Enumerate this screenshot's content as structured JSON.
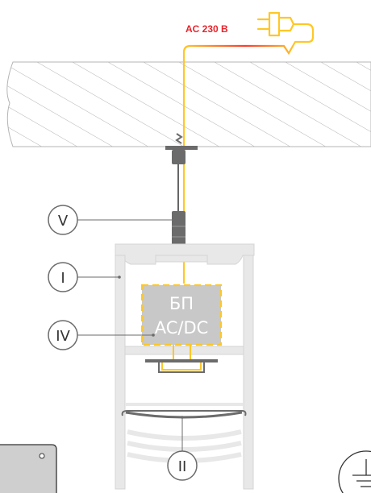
{
  "power": {
    "voltage_label": "AC 230 В"
  },
  "psu": {
    "line1": "БП",
    "line2": "AC/DC"
  },
  "callouts": {
    "v": "V",
    "i": "I",
    "iv": "IV",
    "ii": "II"
  },
  "colors": {
    "cable": "#ffc726",
    "voltage_text": "#e8232b",
    "ceiling_line": "#b4b4b4",
    "profile_fill": "#e8e8e8",
    "psu_fill": "#c8c8c8",
    "metal": "#6b6b6b"
  },
  "icons": [
    "plug-icon",
    "ground-icon"
  ]
}
